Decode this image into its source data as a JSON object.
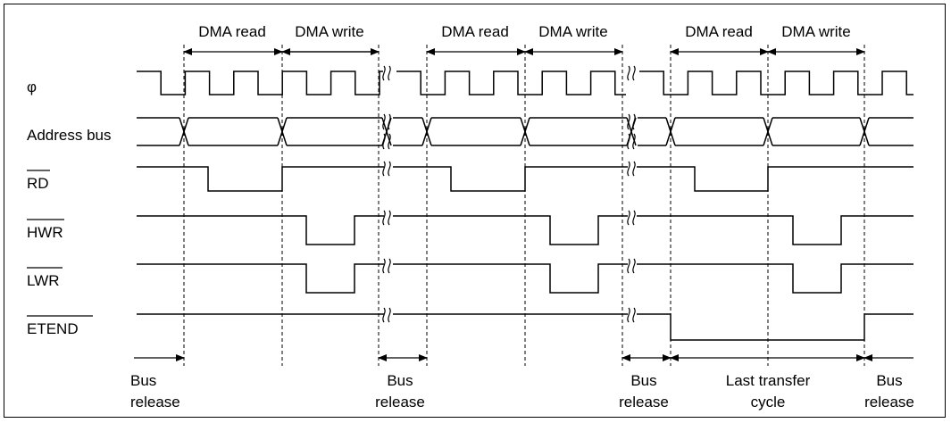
{
  "phases": [
    {
      "read": "DMA read",
      "write": "DMA write"
    },
    {
      "read": "DMA read",
      "write": "DMA write"
    },
    {
      "read": "DMA read",
      "write": "DMA write"
    }
  ],
  "signals": {
    "clock": "φ",
    "address": "Address bus",
    "rd": "RD",
    "hwr": "HWR",
    "lwr": "LWR",
    "etend": "ETEND"
  },
  "release": [
    {
      "line1": "Bus",
      "line2": "release"
    },
    {
      "line1": "Bus",
      "line2": "release"
    },
    {
      "line1": "Bus",
      "line2": "release"
    },
    {
      "line1": "Bus",
      "line2": "release"
    }
  ],
  "last_transfer": {
    "line1": "Last transfer",
    "line2": "cycle"
  },
  "colors": {
    "line": "#000000",
    "background": "#ffffff"
  }
}
